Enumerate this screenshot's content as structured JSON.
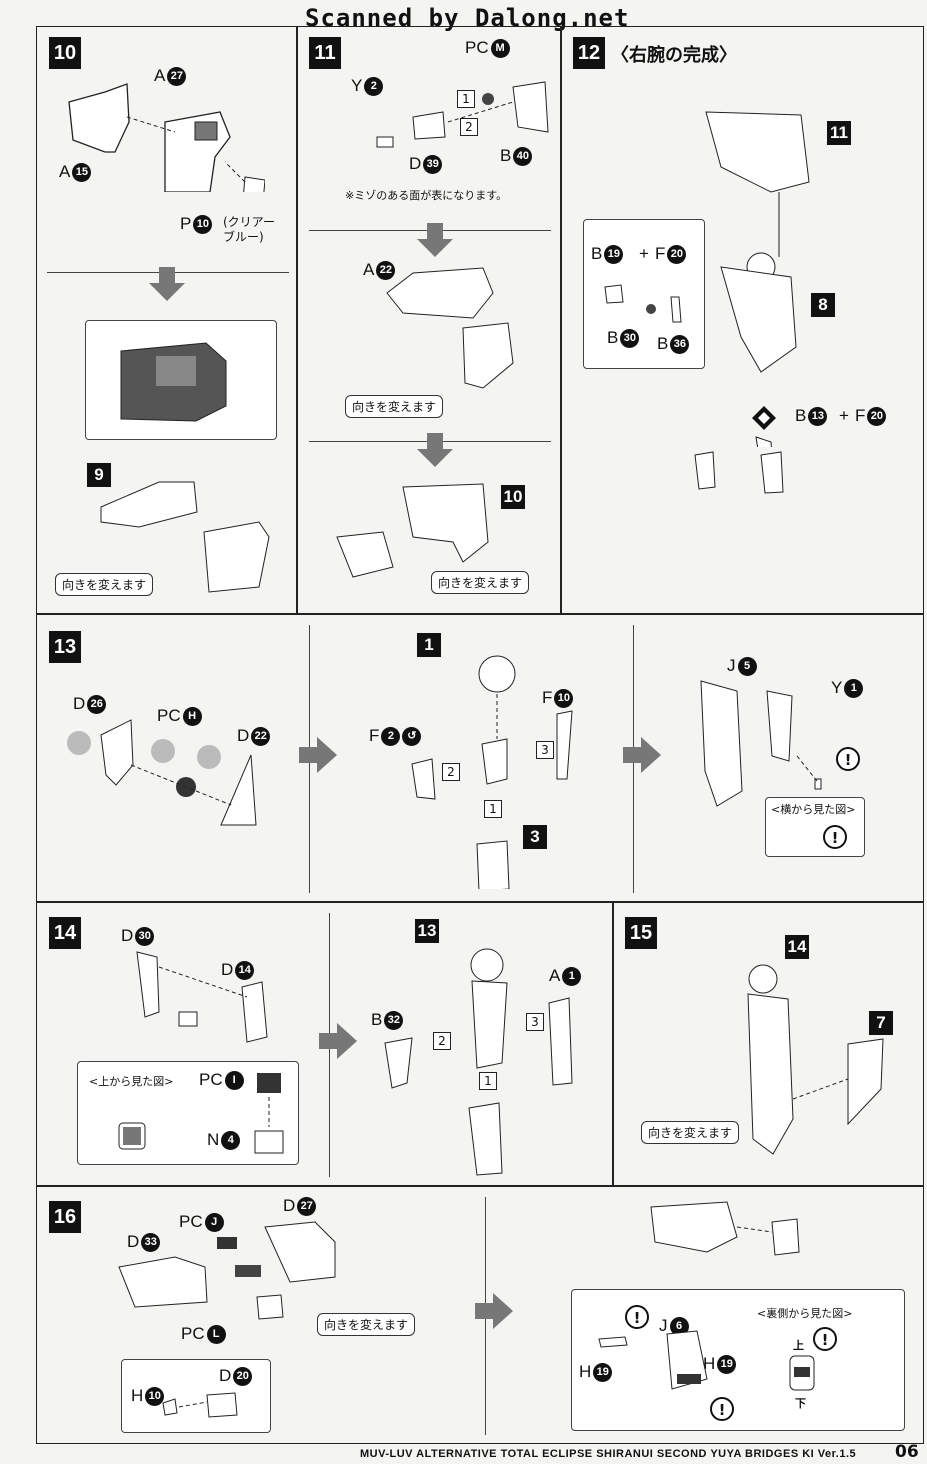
{
  "watermark": "Scanned by Dalong.net",
  "steps": {
    "s10": {
      "no": "10",
      "labels": {
        "a27": "A",
        "a15": "A",
        "p10": "P",
        "clear": "(クリアー\nブルー)"
      },
      "nums": {
        "a27": "27",
        "a15": "15",
        "p10": "10"
      },
      "sub": "9",
      "sub_note": "向きを変えます"
    },
    "s11": {
      "no": "11",
      "pcm": "PC",
      "pcm_c": "M",
      "y2": "Y",
      "y2_c": "2",
      "d39": "D",
      "d39_c": "39",
      "b40": "B",
      "b40_c": "40",
      "note": "※ミゾのある面が表になります。",
      "a22": "A",
      "a22_c": "22",
      "turn1": "向きを変えます",
      "sub": "10",
      "turn2": "向きを変えます",
      "n1": "1",
      "n2": "2"
    },
    "s12": {
      "no": "12",
      "title": "〈右腕の完成〉",
      "sub11": "11",
      "sub8": "8",
      "b19": "B",
      "b19_c": "19",
      "f20": "F",
      "f20_c": "20",
      "b30": "B",
      "b30_c": "30",
      "b36": "B",
      "b36_c": "36",
      "b13": "B",
      "b13_c": "13",
      "f20b": "F",
      "f20b_c": "20",
      "plus": "+"
    },
    "s13": {
      "no": "13",
      "d26": "D",
      "d26_c": "26",
      "pch": "PC",
      "pch_c": "H",
      "d22": "D",
      "d22_c": "22",
      "sub1": "1",
      "f10": "F",
      "f10_c": "10",
      "f2": "F",
      "f2_c": "2",
      "sub3": "3",
      "j5": "J",
      "j5_c": "5",
      "y1": "Y",
      "y1_c": "1",
      "side": "<横から見た図>",
      "n1": "1",
      "n2": "2",
      "n3": "3"
    },
    "s14": {
      "no": "14",
      "d30": "D",
      "d30_c": "30",
      "d14": "D",
      "d14_c": "14",
      "top": "<上から見た図>",
      "pci": "PC",
      "pci_c": "I",
      "n4": "N",
      "n4_c": "4",
      "sub13": "13",
      "a1": "A",
      "a1_c": "1",
      "b32": "B",
      "b32_c": "32",
      "n1": "1",
      "n2": "2",
      "n3": "3"
    },
    "s15": {
      "no": "15",
      "sub14": "14",
      "sub7": "7",
      "turn": "向きを変えます"
    },
    "s16": {
      "no": "16",
      "pcj": "PC",
      "pcj_c": "J",
      "d27": "D",
      "d27_c": "27",
      "d33": "D",
      "d33_c": "33",
      "pcl": "PC",
      "pcl_c": "L",
      "turn": "向きを変えます",
      "h10": "H",
      "h10_c": "10",
      "d20": "D",
      "d20_c": "20",
      "back": "<裏側から見た図>",
      "j6": "J",
      "j6_c": "6",
      "h19a": "H",
      "h19a_c": "19",
      "h19b": "H",
      "h19b_c": "19",
      "up": "上",
      "down": "下"
    }
  },
  "footer": "MUV-LUV ALTERNATIVE TOTAL ECLIPSE SHIRANUI SECOND YUYA BRIDGES KI Ver.1.5",
  "page_number": "06"
}
